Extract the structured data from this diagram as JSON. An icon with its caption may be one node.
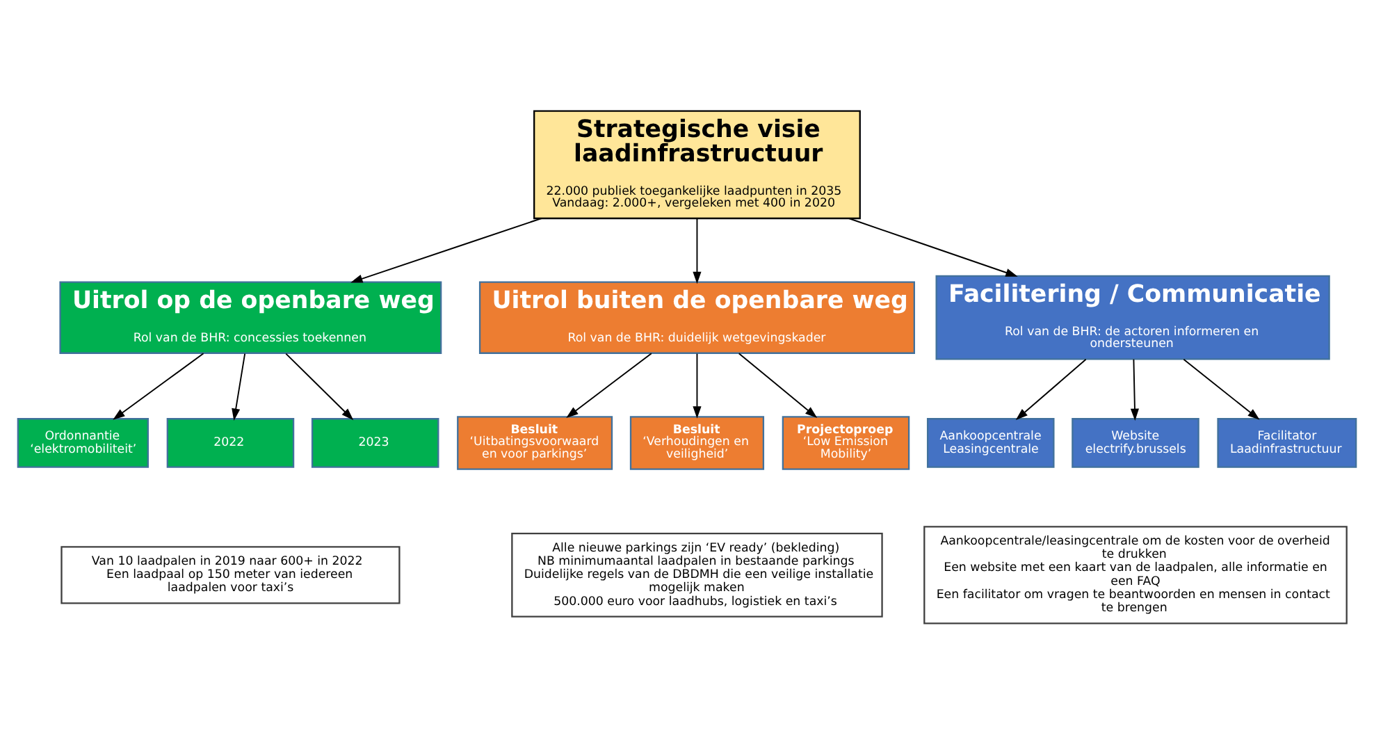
{
  "diagram": {
    "nodes": [
      {
        "text": [
          "Strategische visie laadinfrastructuur",
          "22.000 publiek toegankelijke laadpunten in 2035 Vandaag: 2.000+, vergeleken met 400 in 2020"
        ]
      },
      {
        "text": [
          "Uitrol op de openbare weg",
          "Rol van de BHR: concessies toekennen"
        ]
      },
      {
        "text": [
          "Uitrol buiten de openbare weg",
          "Rol van de BHR: duidelijk wetgevingskader"
        ]
      },
      {
        "text": [
          "Facilitering / Communicatie",
          "Rol van de BHR: de actoren informeren en ondersteunen"
        ]
      },
      {
        "text": [
          "Ordonnantie ‘elektromobiliteit’"
        ]
      },
      {
        "text": [
          "2022"
        ]
      },
      {
        "text": [
          "2023"
        ]
      },
      {
        "text": [
          "Besluit",
          "‘Uitbatingsvoorwaard en voor parkings’"
        ]
      },
      {
        "text": [
          "Besluit",
          "‘Verhoudingen en veiligheid’"
        ]
      },
      {
        "text": [
          "Projectoproep",
          "‘Low Emission Mobility’"
        ]
      },
      {
        "text": [
          "Aankoopcentrale Leasingcentrale"
        ]
      },
      {
        "text": [
          "Website electrify.brussels"
        ]
      },
      {
        "text": [
          "Facilitator Laadinfrastructuur"
        ]
      },
      {
        "text": [
          "Van 10 laadpalen in 2019 naar 600+ in 2022",
          "Een laadpaal op 150 meter van iedereen",
          "laadpalen voor taxi’s"
        ]
      },
      {
        "text": [
          "Alle nieuwe parkings zijn ‘EV ready’ (bekleding)",
          "NB minimumaantal laadpalen in bestaande parkings",
          "Duidelijke regels van de DBDMH die een veilige installatie mogelijk maken",
          "500.000 euro voor laadhubs, logistiek en taxi’s"
        ]
      },
      {
        "text": [
          "Aankoopcentrale/leasingcentrale om de kosten voor de overheid te drukken",
          "Een website met een kaart van de laadpalen, alle informatie en een FAQ",
          "Een facilitator om vragen te beantwoorden en mensen in contact te brengen"
        ]
      }
    ],
    "edges": [
      {
        "from": 0,
        "to": 1,
        "arrow": "to"
      },
      {
        "from": 0,
        "to": 2,
        "arrow": "to"
      },
      {
        "from": 0,
        "to": 3,
        "arrow": "to"
      },
      {
        "from": 1,
        "to": 4,
        "arrow": "to"
      },
      {
        "from": 1,
        "to": 5,
        "arrow": "to"
      },
      {
        "from": 1,
        "to": 6,
        "arrow": "to"
      },
      {
        "from": 2,
        "to": 7,
        "arrow": "to"
      },
      {
        "from": 2,
        "to": 8,
        "arrow": "to"
      },
      {
        "from": 2,
        "to": 9,
        "arrow": "to"
      },
      {
        "from": 3,
        "to": 10,
        "arrow": "to"
      },
      {
        "from": 3,
        "to": 11,
        "arrow": "to"
      },
      {
        "from": 3,
        "to": 12,
        "arrow": "to"
      }
    ]
  }
}
